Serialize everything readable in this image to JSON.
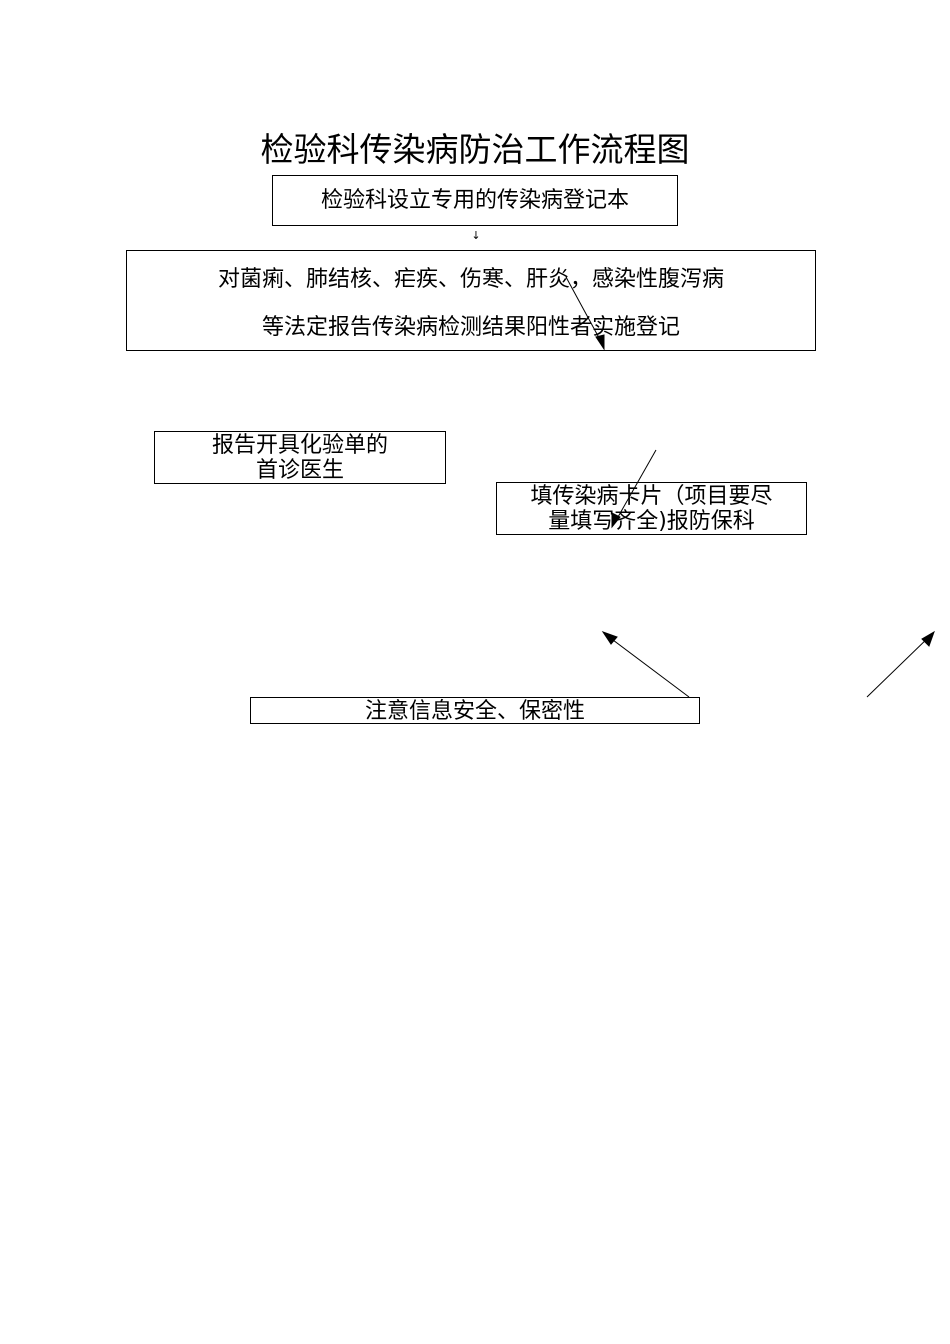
{
  "title": "检验科传染病防治工作流程图",
  "steps": {
    "register_book": "检验科设立专用的传染病登记本",
    "positive_register": {
      "line1": "对菌痢、肺结核、疟疾、伤寒、肝炎，感染性腹泻病",
      "line2": "等法定报告传染病检测结果阳性者实施登记"
    },
    "report_doctor": {
      "line1": "报告开具化验单的",
      "line2": "首诊医生"
    },
    "fill_card": {
      "line1": "填传染病卡片（项目要尽",
      "line2": "量填写齐全)报防保科"
    },
    "security": "注意信息安全、保密性"
  },
  "connector_glyph": "↓"
}
